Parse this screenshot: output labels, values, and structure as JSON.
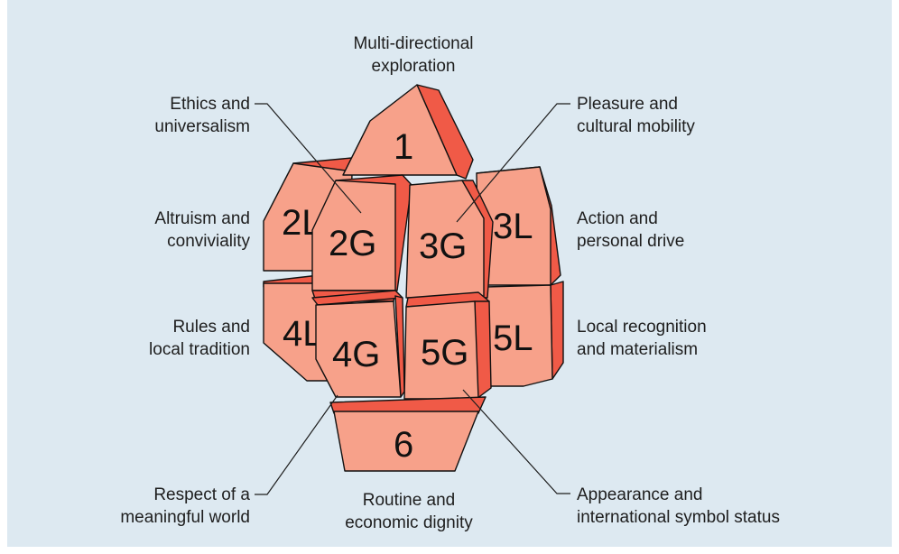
{
  "colors": {
    "background": "#dde9f1",
    "block_front": "#f7a18a",
    "block_side": "#f05a47",
    "outline": "#111111"
  },
  "blocks": {
    "b1": "1",
    "b2L": "2L",
    "b2G": "2G",
    "b3G": "3G",
    "b3L": "3L",
    "b4L": "4L",
    "b4G": "4G",
    "b5G": "5G",
    "b5L": "5L",
    "b6": "6"
  },
  "labels": {
    "top": [
      "Multi-directional",
      "exploration"
    ],
    "ethics": [
      "Ethics and",
      "universalism"
    ],
    "altruism": [
      "Altruism and",
      "conviviality"
    ],
    "rules": [
      "Rules and",
      "local tradition"
    ],
    "respect": [
      "Respect of a",
      "meaningful world"
    ],
    "bottom": [
      "Routine and",
      "economic dignity"
    ],
    "pleasure": [
      "Pleasure and",
      "cultural mobility"
    ],
    "action": [
      "Action and",
      "personal drive"
    ],
    "local_recognition": [
      "Local recognition",
      "and materialism"
    ],
    "appearance": [
      "Appearance and",
      "international symbol status"
    ]
  }
}
